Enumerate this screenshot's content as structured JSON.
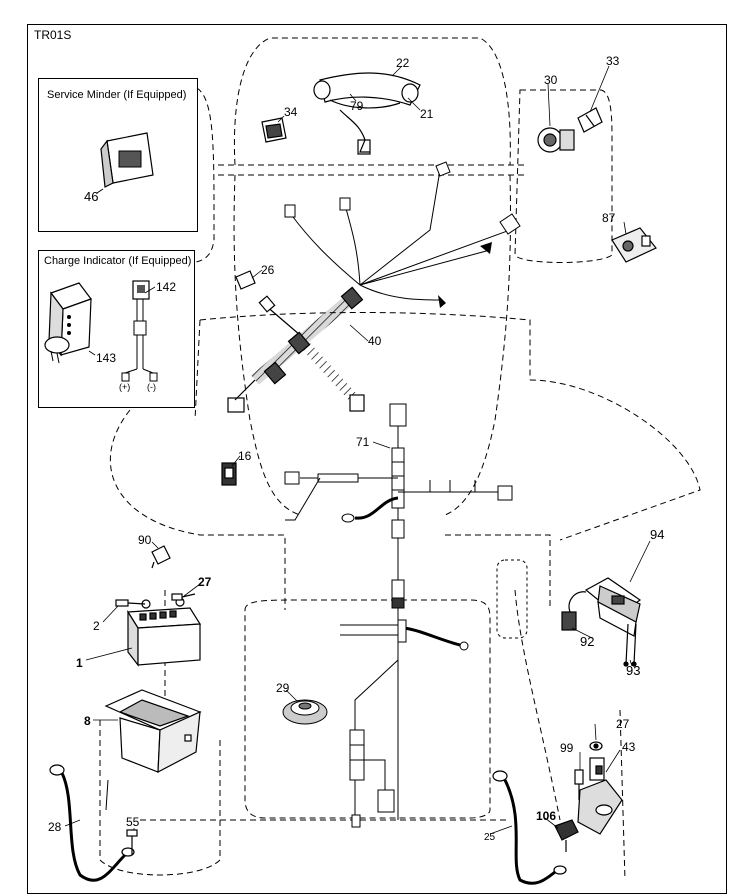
{
  "page_code": "TR01S",
  "insets": {
    "service_minder": {
      "title": "Service Minder (If Equipped)",
      "part": "46"
    },
    "charge_indicator": {
      "title": "Charge Indicator (If Equipped)",
      "parts": [
        "142",
        "143"
      ],
      "terminal_pos": "(+)",
      "terminal_neg": "(-)"
    }
  },
  "callouts": {
    "p1": "1",
    "p2": "2",
    "p8": "8",
    "p16": "16",
    "p21": "21",
    "p22": "22",
    "p25": "25",
    "p26": "26",
    "p27a": "27",
    "p27b": "27",
    "p28": "28",
    "p29": "29",
    "p30": "30",
    "p33": "33",
    "p34": "34",
    "p40": "40",
    "p43": "43",
    "p55": "55",
    "p71": "71",
    "p79": "79",
    "p87": "87",
    "p90": "90",
    "p92": "92",
    "p93": "93",
    "p94": "94",
    "p99": "99",
    "p106": "106"
  }
}
